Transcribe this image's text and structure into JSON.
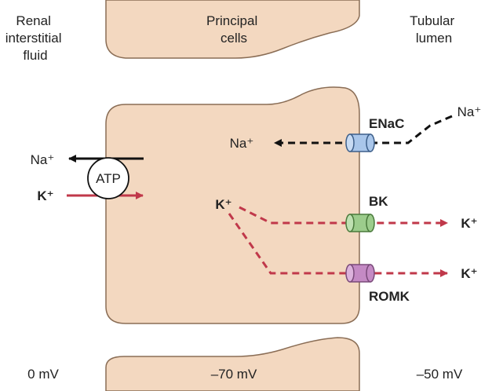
{
  "regions": {
    "interstitial": [
      "Renal",
      "interstitial",
      "fluid"
    ],
    "cells": [
      "Principal",
      "cells"
    ],
    "lumen": [
      "Tubular",
      "lumen"
    ]
  },
  "voltages": {
    "interstitial": "0 mV",
    "cell": "–70 mV",
    "lumen": "–50 mV"
  },
  "pump": {
    "label": "ATP",
    "na_ion": "Na⁺",
    "k_ion": "K⁺"
  },
  "channels": {
    "enac": "ENaC",
    "bk": "BK",
    "romk": "ROMK"
  },
  "ions": {
    "na_lumen": "Na⁺",
    "na_cell": "Na⁺",
    "k_cell": "K⁺",
    "k_out_bk": "K⁺",
    "k_out_romk": "K⁺"
  },
  "colors": {
    "cell_fill": "#f3d8c0",
    "cell_stroke": "#8a6d55",
    "k_path": "#c0384a",
    "na_path": "#111111",
    "enac": "#a9c6ea",
    "bk": "#9ccc8c",
    "romk": "#c48ac4"
  }
}
